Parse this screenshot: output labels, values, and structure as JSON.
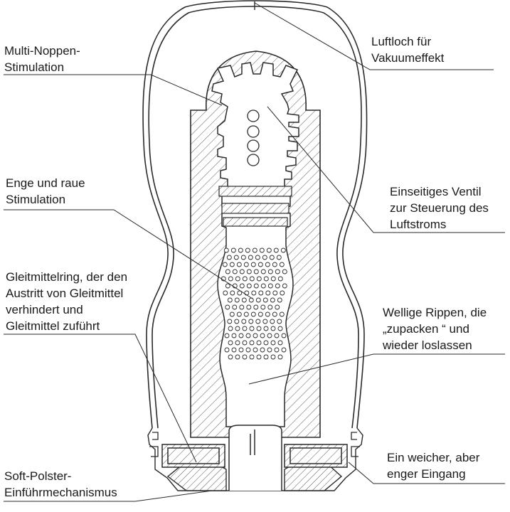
{
  "labels": {
    "multi_noppen": [
      "Multi-Noppen-",
      "Stimulation"
    ],
    "enge_raue": [
      "Enge und raue",
      "Stimulation"
    ],
    "gleitmittelring": [
      "Gleitmittelring, der den",
      "Austritt von Gleitmittel",
      "verhindert und",
      "Gleitmittel zuführt"
    ],
    "soft_polster": [
      "Soft-Polster-",
      "Einführmechanismus"
    ],
    "luftloch": [
      "Luftloch für",
      "Vakuumeffekt"
    ],
    "ventil": [
      "Einseitiges Ventil",
      "zur Steuerung des",
      "Luftstroms"
    ],
    "rippen": [
      "Wellige Rippen, die",
      "„zupacken  “ und",
      "wieder loslassen"
    ],
    "eingang": [
      "Ein weicher, aber",
      "enger Eingang"
    ]
  },
  "colors": {
    "line": "#2a2a2a",
    "hatch": "#555555",
    "text": "#1a1a1a",
    "background": "#ffffff"
  }
}
